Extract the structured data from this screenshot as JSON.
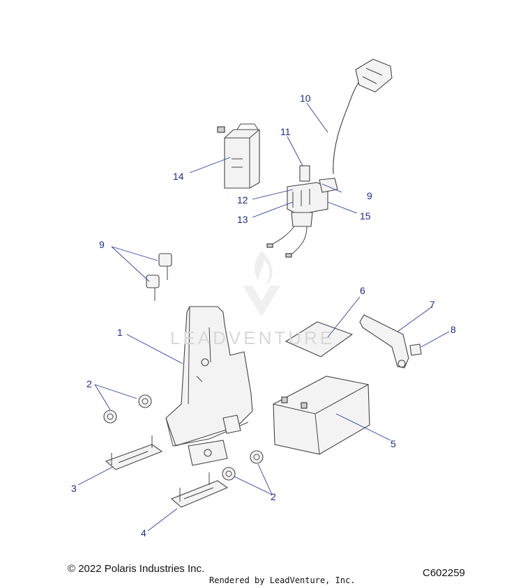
{
  "callouts": {
    "c1": "1",
    "c2a": "2",
    "c2b": "2",
    "c3": "3",
    "c4": "4",
    "c5": "5",
    "c6": "6",
    "c7": "7",
    "c8": "8",
    "c9a": "9",
    "c9b": "9",
    "c10": "10",
    "c11": "11",
    "c12": "12",
    "c13": "13",
    "c14": "14",
    "c15": "15"
  },
  "footer": {
    "copyright": "© 2022 Polaris Industries Inc.",
    "rendered_by": "Rendered by LeadVenture, Inc.",
    "diagram_code": "C602259"
  },
  "watermark": "LEADVENTURE",
  "colors": {
    "callout": "#1a2b8c",
    "leader": "#2b3aa0"
  }
}
